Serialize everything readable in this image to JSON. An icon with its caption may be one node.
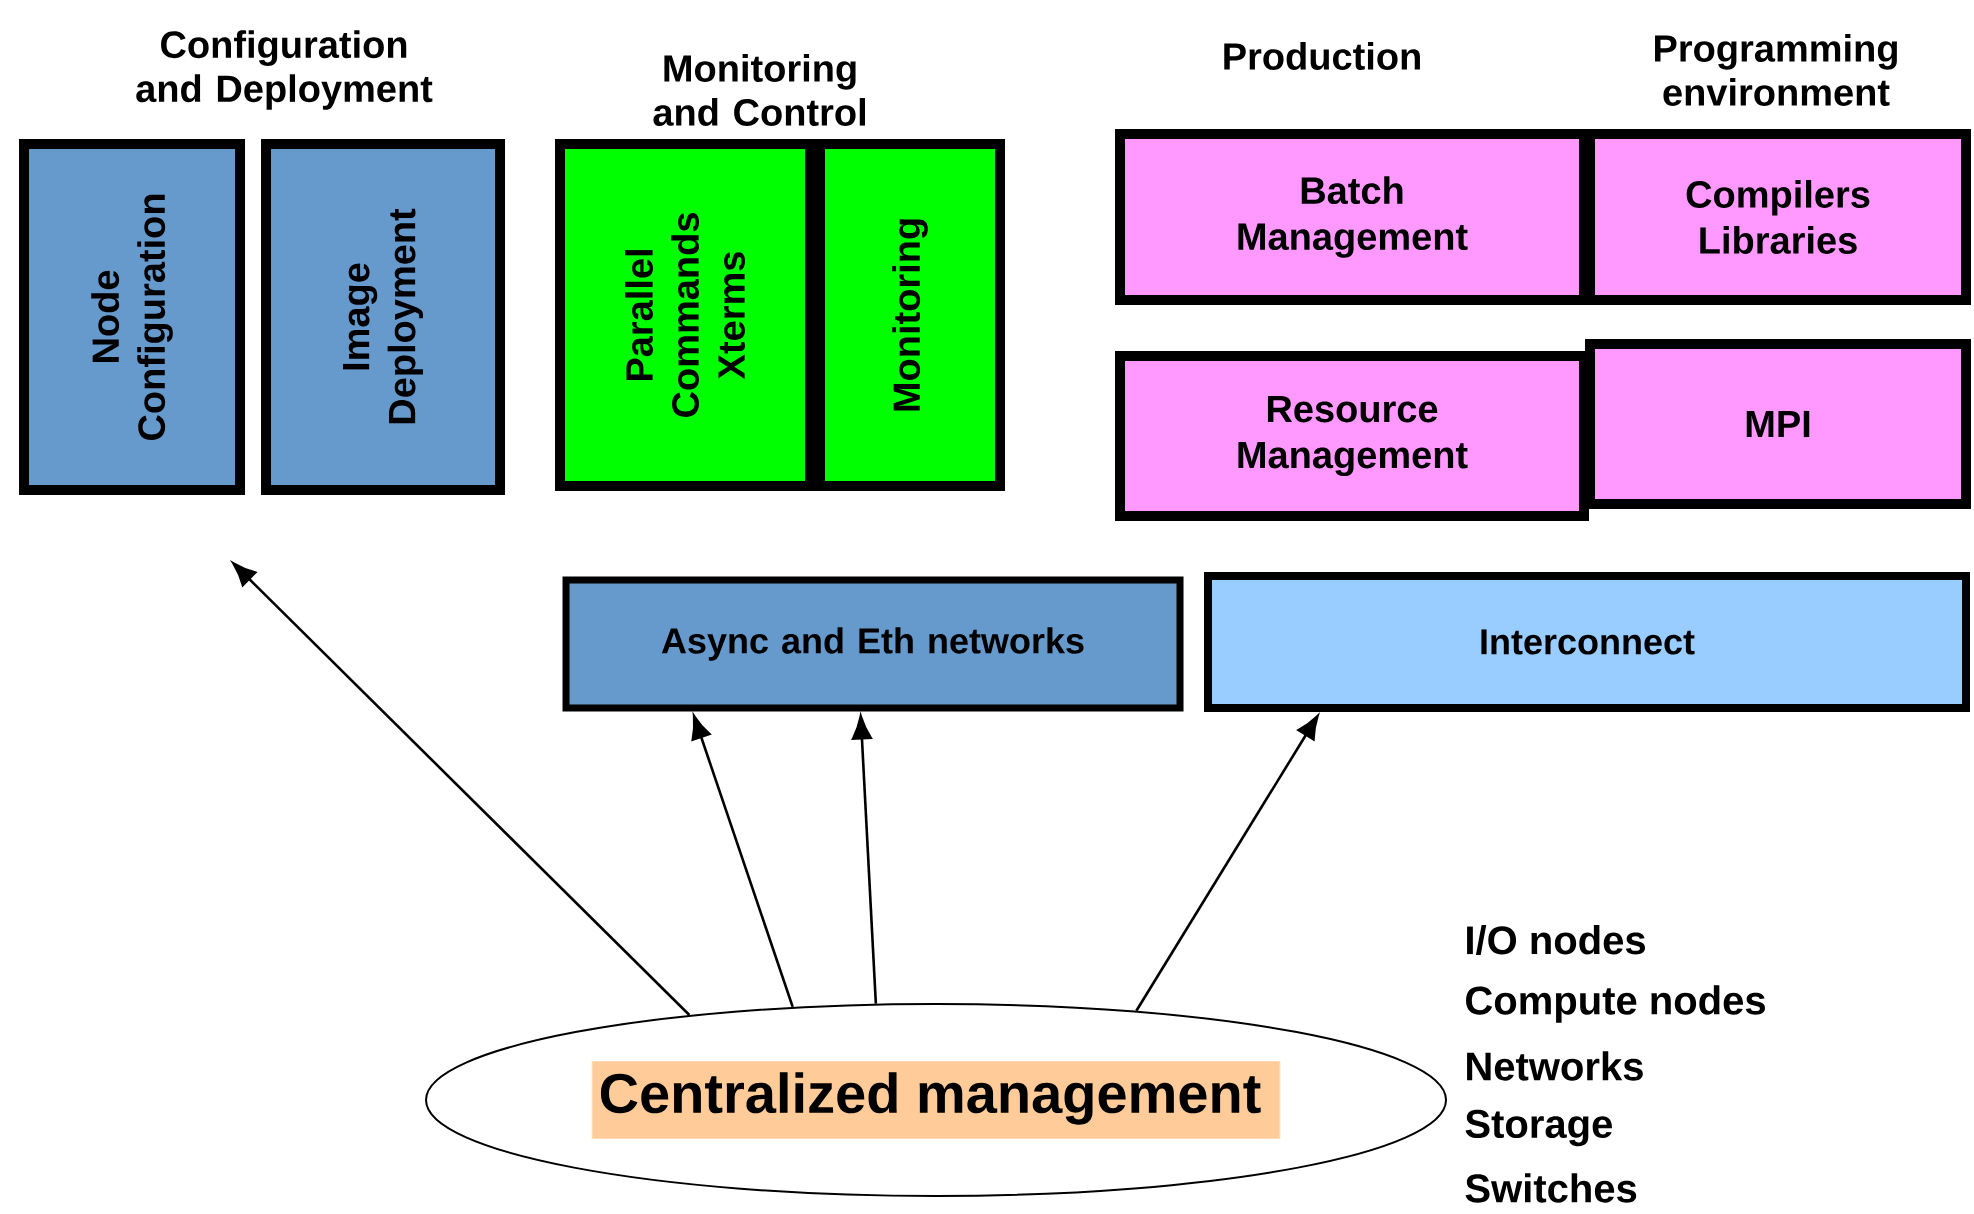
{
  "diagram": {
    "nodes": [
      {
        "text": [
          "Node Configuration"
        ]
      },
      {
        "text": [
          "Image Deployment"
        ]
      },
      {
        "text": [
          "Parallel Commands Xterms"
        ]
      },
      {
        "text": [
          "Monitoring"
        ]
      },
      {
        "text": [
          "Batch Management"
        ]
      },
      {
        "text": [
          "Compilers Libraries"
        ]
      },
      {
        "text": [
          "Resource Management"
        ]
      },
      {
        "text": [
          "MPI"
        ]
      },
      {
        "text": [
          "Async and Eth networks"
        ]
      },
      {
        "text": [
          "Interconnect"
        ]
      },
      {
        "text": [
          "Centralized management"
        ]
      }
    ],
    "edges": [
      {
        "from": 10,
        "to": null,
        "arrow": "to"
      },
      {
        "from": 10,
        "to": 8,
        "arrow": "to"
      },
      {
        "from": 10,
        "to": 8,
        "arrow": "to"
      },
      {
        "from": 10,
        "to": 9,
        "arrow": "to"
      }
    ],
    "labels": [
      "Configuration and Deployment",
      "Monitoring and Control",
      "Production",
      "Programming environment",
      "I/O nodes",
      "Compute nodes",
      "Networks",
      "Storage",
      "Switches"
    ]
  }
}
